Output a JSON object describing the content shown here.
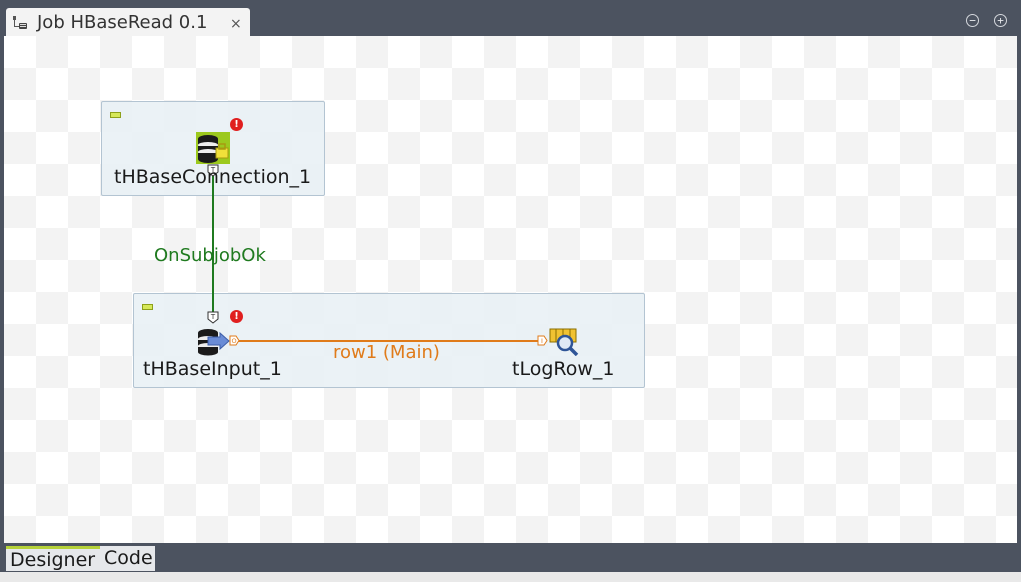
{
  "header": {
    "title": "Job HBaseRead 0.1",
    "close_glyph": "×",
    "minimize_glyph": "−",
    "maximize_glyph": "+"
  },
  "components": {
    "connection": {
      "label": "tHBaseConnection_1",
      "icon": "hbase-connection-icon"
    },
    "input": {
      "label": "tHBaseInput_1",
      "icon": "hbase-input-icon"
    },
    "logrow": {
      "label": "tLogRow_1",
      "icon": "logrow-icon"
    }
  },
  "connections": {
    "trigger": {
      "label": "OnSubjobOk",
      "color": "#1f7a1f"
    },
    "main": {
      "label": "row1 (Main)",
      "color": "#e07b1a"
    }
  },
  "error_glyph": "!",
  "footer": {
    "tabs": [
      {
        "label": "Designer",
        "active": true
      },
      {
        "label": "Code",
        "active": false
      }
    ]
  }
}
